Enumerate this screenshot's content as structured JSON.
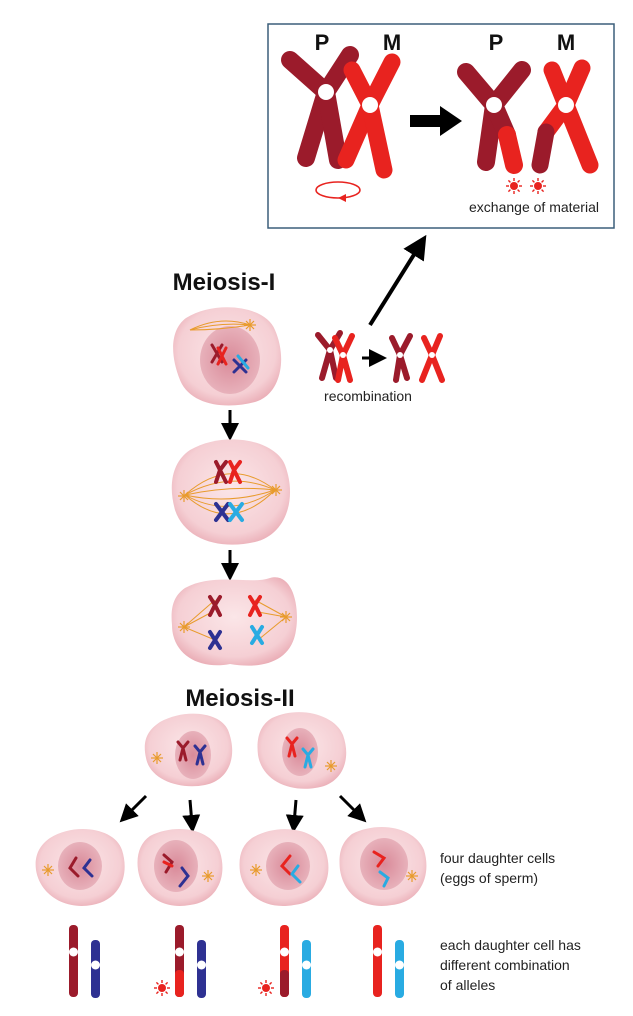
{
  "inset": {
    "before_left_label": "P",
    "before_right_label": "M",
    "after_left_label": "P",
    "after_right_label": "M",
    "caption": "exchange of material"
  },
  "meiosis1": {
    "title": "Meiosis-I",
    "recombination_label": "recombination"
  },
  "meiosis2": {
    "title": "Meiosis-II"
  },
  "notes": {
    "daughter_line1": "four daughter cells",
    "daughter_line2": "(eggs of sperm)",
    "alleles_line1": "each daughter cell has",
    "alleles_line2": "different combination",
    "alleles_line3": "of alleles"
  },
  "colors": {
    "paternal": "#9b1b2b",
    "maternal": "#e8231f",
    "paternal_blue": "#2e3192",
    "maternal_blue": "#29abe2",
    "cell_fill": "#f6d2d6",
    "nucleus_fill": "#e3a3ae",
    "spindle": "#e89b2c",
    "inset_border": "#3b5f7a"
  }
}
